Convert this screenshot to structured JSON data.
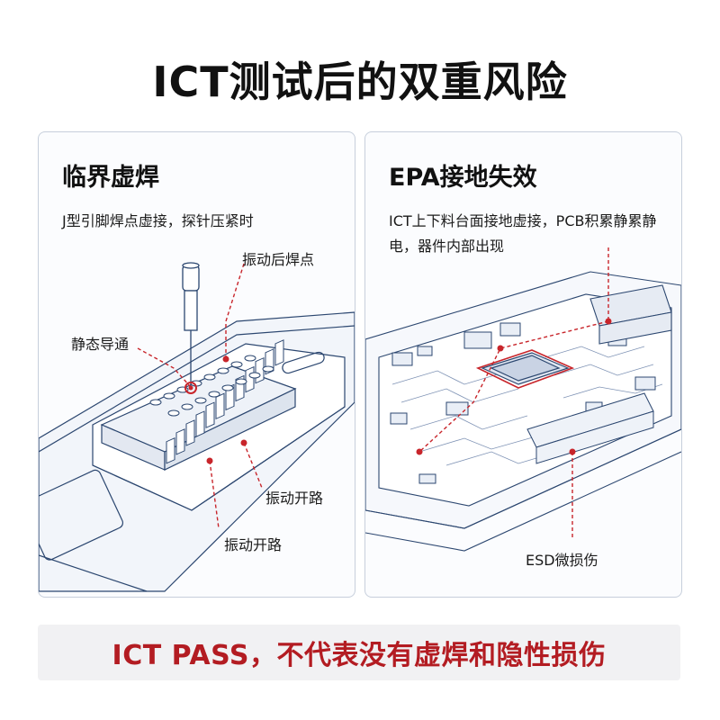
{
  "page": {
    "title": "ICT测试后的双重风险"
  },
  "left_panel": {
    "title": "临界虚焊",
    "description": "J型引脚焊点虚接，探针压紧时",
    "callouts": {
      "vibration_joint": "振动后焊点",
      "static_conduction": "静态导通",
      "vibration_open_1": "振动开路",
      "vibration_open_2": "振动开路"
    }
  },
  "right_panel": {
    "title": "EPA接地失效",
    "description": "ICT上下料台面接地虚接，PCB积累静累静电，器件内部出现",
    "callouts": {
      "esd_damage": "ESD微损伤"
    }
  },
  "banner": {
    "text": "ICT PASS，不代表没有虚焊和隐性损伤"
  },
  "colors": {
    "accent_red": "#c8252b",
    "line_blue": "#2c4770",
    "panel_border": "#c7cfdc"
  }
}
